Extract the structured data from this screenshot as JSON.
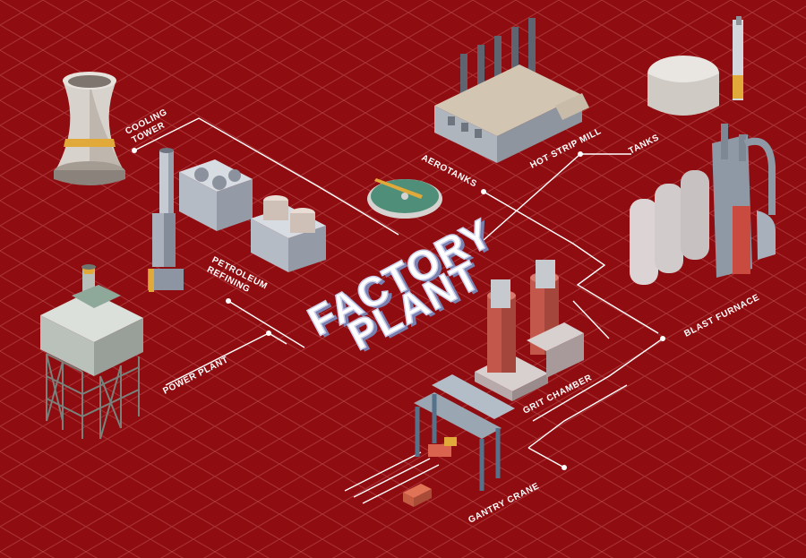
{
  "title": {
    "line1": "FACTORY",
    "line2": "PLANT"
  },
  "labels": {
    "cooling_tower_1": "COOLING",
    "cooling_tower_2": "TOWER",
    "petroleum_1": "PETROLEUM",
    "petroleum_2": "REFINING",
    "power_plant": "POWER PLANT",
    "aerotanks": "AEROTANKS",
    "hot_strip_mill": "HOT STRIP MILL",
    "tanks": "TANKS",
    "blast_furnace": "BLAST FURNACE",
    "grit_chamber": "GRIT CHAMBER",
    "gantry_crane": "GANTRY CRANE"
  },
  "colors": {
    "background": "#8f0d10",
    "grid": "#a83236",
    "lines": "#ffffff"
  },
  "icons": [
    "cooling-tower-icon",
    "chimney-icon",
    "air-coolers-icon",
    "power-plant-icon",
    "aerotank-icon",
    "hot-strip-mill-icon",
    "storage-tank-icon",
    "blast-furnace-icon",
    "grit-chamber-icon",
    "gantry-crane-icon"
  ]
}
